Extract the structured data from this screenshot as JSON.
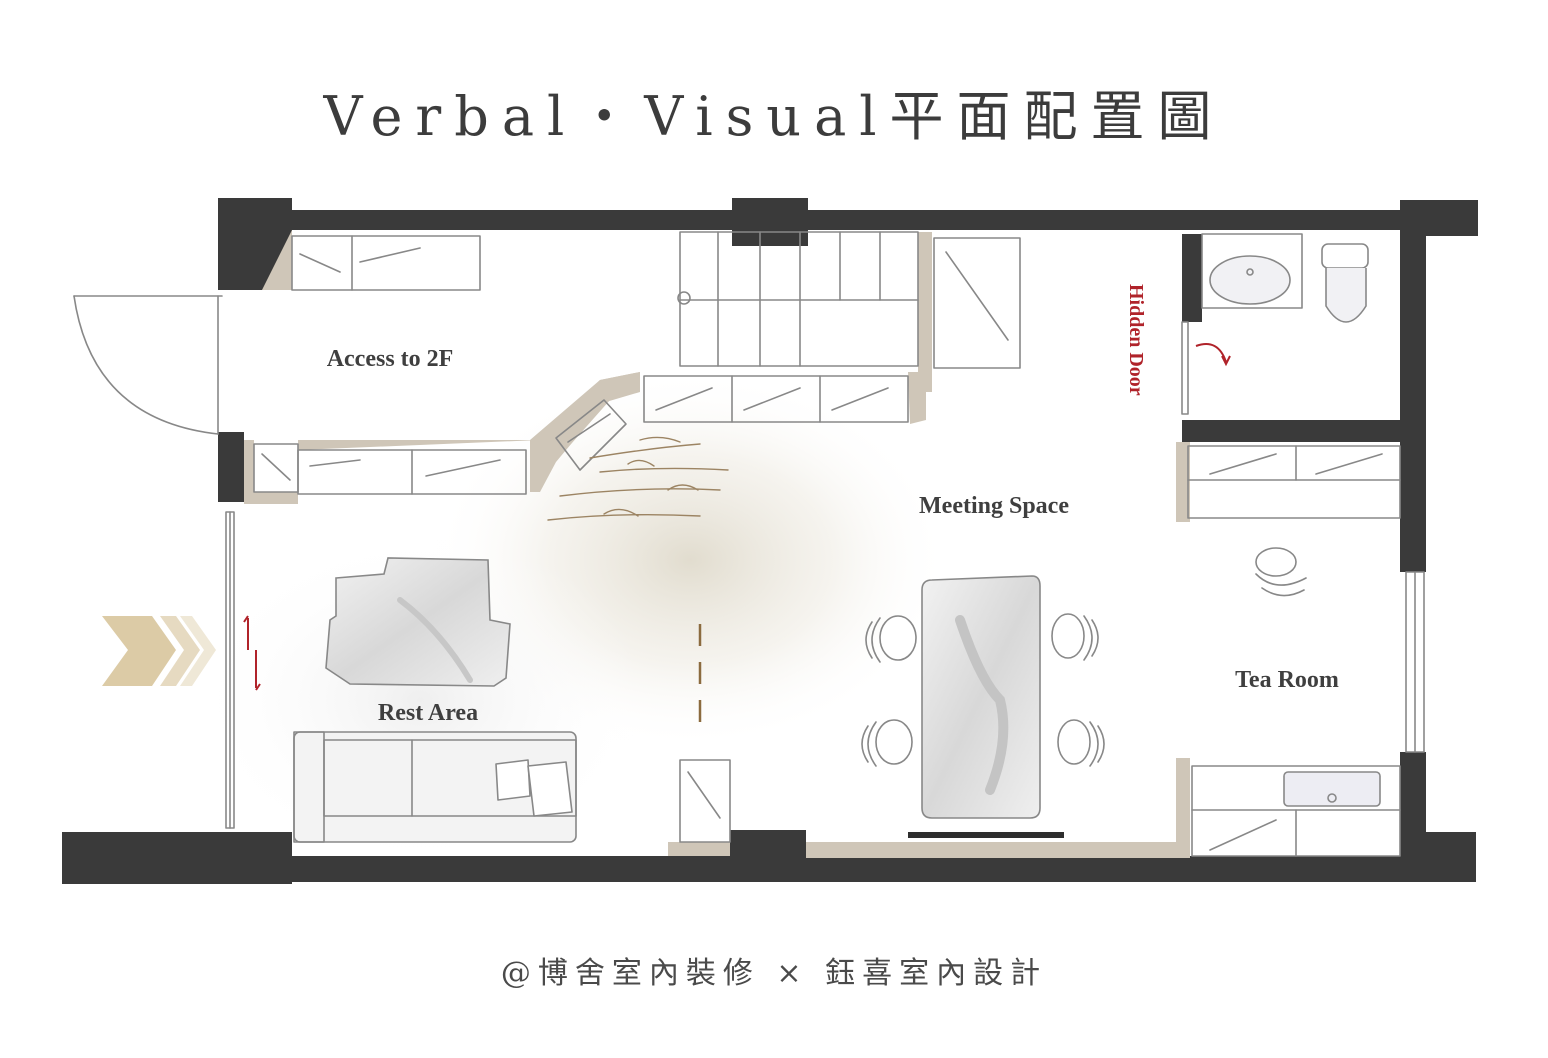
{
  "title": "Verbal・Visual平面配置圖",
  "rooms": {
    "access": "Access to 2F",
    "meeting": "Meeting Space",
    "rest": "Rest Area",
    "tea": "Tea Room",
    "hidden_door": "Hidden Door"
  },
  "footer": "@博舍室內裝修 × 鈺喜室內設計",
  "colors": {
    "wall": "#3a3a3a",
    "wood": "#c9bfb0",
    "accent_red": "#b0232a",
    "entrance_arrow": "#dccba6",
    "floor_line": "#9c8463"
  },
  "icons": [
    "entrance-arrow-icon",
    "sliding-door-icon",
    "door-swing-icon"
  ]
}
